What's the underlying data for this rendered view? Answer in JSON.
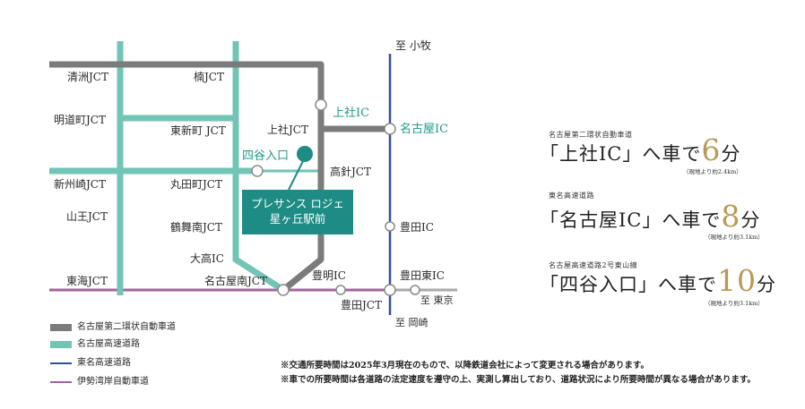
{
  "map": {
    "direction_labels": {
      "komaki": "至 小牧",
      "tokyo": "至 東京",
      "okazaki": "至 岡崎"
    },
    "junctions": {
      "kiyosu": "清洲JCT",
      "kusu": "楠JCT",
      "meidocho": "明道町JCT",
      "higashishinmachi": "東新町 JCT",
      "kamiyashiro": "上社JCT",
      "shinsuzaki": "新州崎JCT",
      "marutamachi": "丸田町JCT",
      "takabari": "高針JCT",
      "sanno": "山王JCT",
      "tsurumaiminami": "鶴舞南JCT",
      "takaba": "大高IC",
      "tokai": "東海JCT",
      "nagoyaminami": "名古屋南JCT",
      "toyoake": "豊明IC",
      "toyotajct": "豊田JCT",
      "toyotahigashi": "豊田東IC",
      "toyotaic": "豊田IC"
    },
    "highlight_labels": {
      "kamiyashiro_ic": "上社IC",
      "nagoya_ic": "名古屋IC",
      "yotsuya": "四谷入口"
    },
    "property_name": {
      "line1": "プレサンス ロジェ",
      "line2": "星ヶ丘駅前"
    }
  },
  "routes": [
    {
      "road": "名古屋第二環状自動車道",
      "prefix": "「上社IC」へ車で",
      "minutes": "6",
      "unit": "分",
      "note": "（現地より約2.4km）"
    },
    {
      "road": "東名高速道路",
      "prefix": "「名古屋IC」へ車で",
      "minutes": "8",
      "unit": "分",
      "note": "（現地より約3.1km）"
    },
    {
      "road": "名古屋高速道路2号東山線",
      "prefix": "「四谷入口」へ車で",
      "minutes": "10",
      "unit": "分",
      "note": "（現地より約3.1km）"
    }
  ],
  "legend": [
    {
      "label": "名古屋第二環状自動車道",
      "color": "#7b7b7b"
    },
    {
      "label": "名古屋高速道路",
      "color": "#72c4b6"
    },
    {
      "label": "東名高速道路",
      "color": "#2f4fa0"
    },
    {
      "label": "伊勢湾岸自動車道",
      "color": "#a0659f"
    }
  ],
  "notes": [
    "※交通所要時間は2025年3月現在のもので、以降鉄道会社によって変更される場合があります。",
    "※車での所要時間は各道路の法定速度を遵守の上、実測し算出しており、道路状況により所要時間が異なる場合があります。"
  ]
}
